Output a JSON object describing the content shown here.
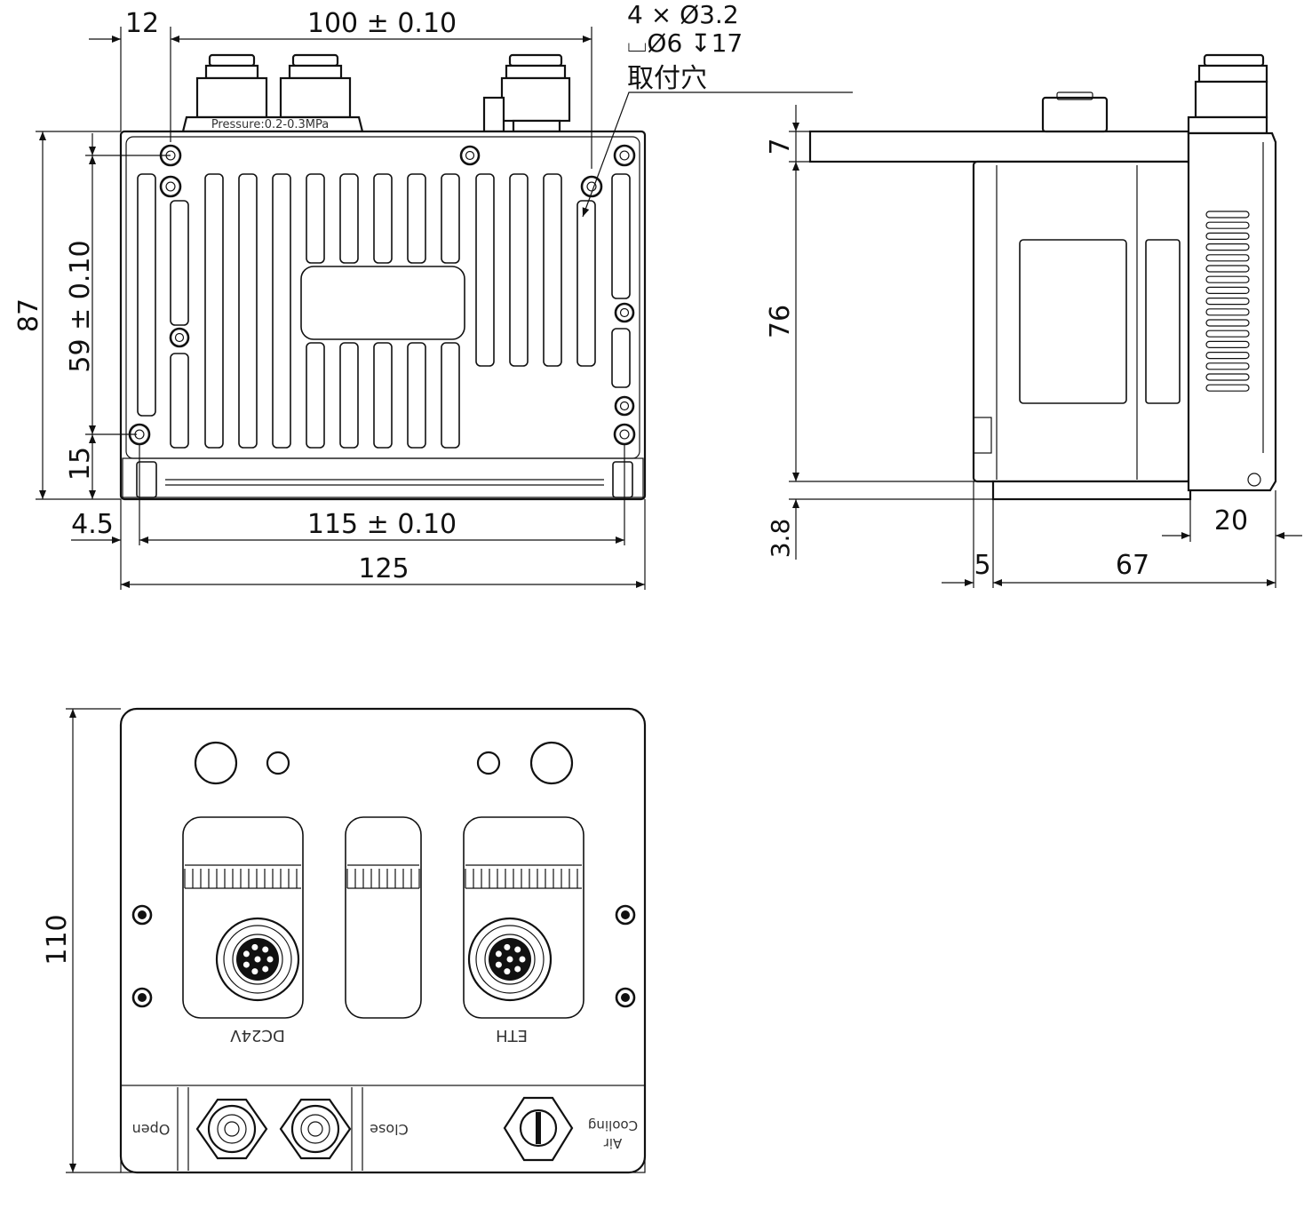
{
  "top_view": {
    "dim_left_offset": "12",
    "dim_top_span": "100 ± 0.10",
    "note_line1": "4 × Ø3.2",
    "note_line2": "⌴Ø6 ↧17",
    "note_line3": "取付穴",
    "pressure_label": "Pressure:0.2-0.3MPa",
    "dim_height_total": "87",
    "dim_hole_pitch": "59 ± 0.10",
    "dim_bottom_offset": "15",
    "dim_left_edge": "4.5",
    "dim_hole_span": "115 ± 0.10",
    "dim_width_total": "125"
  },
  "side_view": {
    "dim_flange": "7",
    "dim_body_height": "76",
    "dim_base": "3.8",
    "dim_step": "5",
    "dim_depth": "67",
    "dim_end": "20"
  },
  "front_view": {
    "dim_height": "110",
    "label_power": "DC24V",
    "label_eth": "ETH",
    "label_open": "Open",
    "label_close": "Close",
    "label_air": "Air",
    "label_cooling": "Cooling"
  }
}
